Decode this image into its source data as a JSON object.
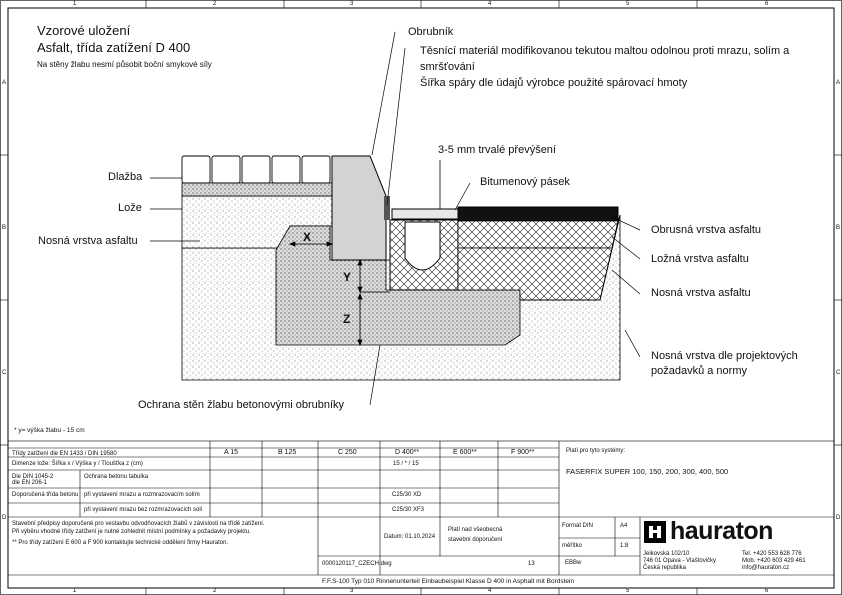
{
  "title": {
    "line1": "Vzorové uložení",
    "line2": "Asfalt, třída zatížení D 400",
    "note": "Na stěny žlabu nesmí působit boční smykové síly"
  },
  "grid": {
    "cols": [
      "1",
      "2",
      "3",
      "4",
      "5",
      "6"
    ],
    "rows": [
      "A",
      "B",
      "C",
      "D"
    ]
  },
  "labels": {
    "obrubnik": "Obrubník",
    "tesnici1": "Těsnící materiál modifikovanou tekutou maltou odolnou proti mrazu, solím a",
    "tesnici2": "smršťování",
    "sirka": "Šířka spáry dle údajů výrobce použité spárovací hmoty",
    "prevyseni": "3-5 mm trvalé převýšení",
    "bitumen": "Bitumenový pásek",
    "dlazba": "Dlažba",
    "loze": "Lože",
    "nosna_left": "Nosná vrstva asfaltu",
    "obrusna": "Obrusná vrstva asfaltu",
    "lozna": "Ložná vrstva asfaltu",
    "nosna_right": "Nosná vrstva asfaltu",
    "nosna_proj1": "Nosná vrstva dle projektových",
    "nosna_proj2": "požadavků a normy",
    "ochrana": "Ochrana stěn žlabu betonovými obrubníky",
    "x": "X",
    "y": "Y",
    "z": "Z",
    "footnote": "* y= výška žlabu - 15 cm"
  },
  "table": {
    "header": "Třídy zatížení dle EN 1433 / DIN 19580",
    "classes": [
      "A 15",
      "B 125",
      "C 250",
      "D 400**",
      "E 600**",
      "F 900**"
    ],
    "row1_label": "Dimenze lože: Šířka x / Výška y / Tloušťka z (cm)",
    "row1_value": "15 / * / 15",
    "row2_label_a": "Dle DIN 1045-2",
    "row2_label_b": "dle EN 206-1",
    "row2_sub": "Ochrana betonu tabulka",
    "row3_label": "Doporučená třída betonu",
    "row3_sub": "při vystavení mrazu a rozmrazovacím solím",
    "row3_value": "C25/30 XD",
    "row4_sub": "při vystavení mrazu bez rozmrazovacích solí",
    "row4_value": "C25/30 XF3",
    "note1": "Stavební předpisy doporučené pro vestavbu odvodňovacích žlabů v závislosti na třídě zatížení.",
    "note2": "Při výběru vhodné třídy zatížení je nutné zohlednit místní podmínky a požadavky projektu.",
    "note3": "** Pro třídy zatížení E 600 a F 900 kontaktujte technické oddělení firmy Hauraton.",
    "systems_label": "Platí pro tyto systémy:",
    "systems": "FASERFIX SUPER 100, 150, 200, 300, 400, 500",
    "plati1": "Platí nad všeobecná",
    "plati2": "stavební doporučení",
    "datum_label": "Datum:",
    "datum": "01.10.2024",
    "file": "0000120117_CZECH.dwg",
    "sheet": "13",
    "sheet_code": "EBBw",
    "format_label": "Formát DIN",
    "format": "A4",
    "scale_label": "měřítko",
    "scale": "1:8",
    "caption": "F.F.S-100 Typ 010 Rinnenunterteil Einbaubeispiel Klasse D 400 in Asphalt mit Bordstein",
    "brand": "hauraton",
    "addr1": "Jeikovská 102/10",
    "addr2": "746 01 Opava - Vlaštovičky",
    "addr3": "Česká republika",
    "tel1": "Tel. +420 553 628 776",
    "tel2": "Mob. +420 603 429 461",
    "email": "info@hauraton.cz"
  }
}
